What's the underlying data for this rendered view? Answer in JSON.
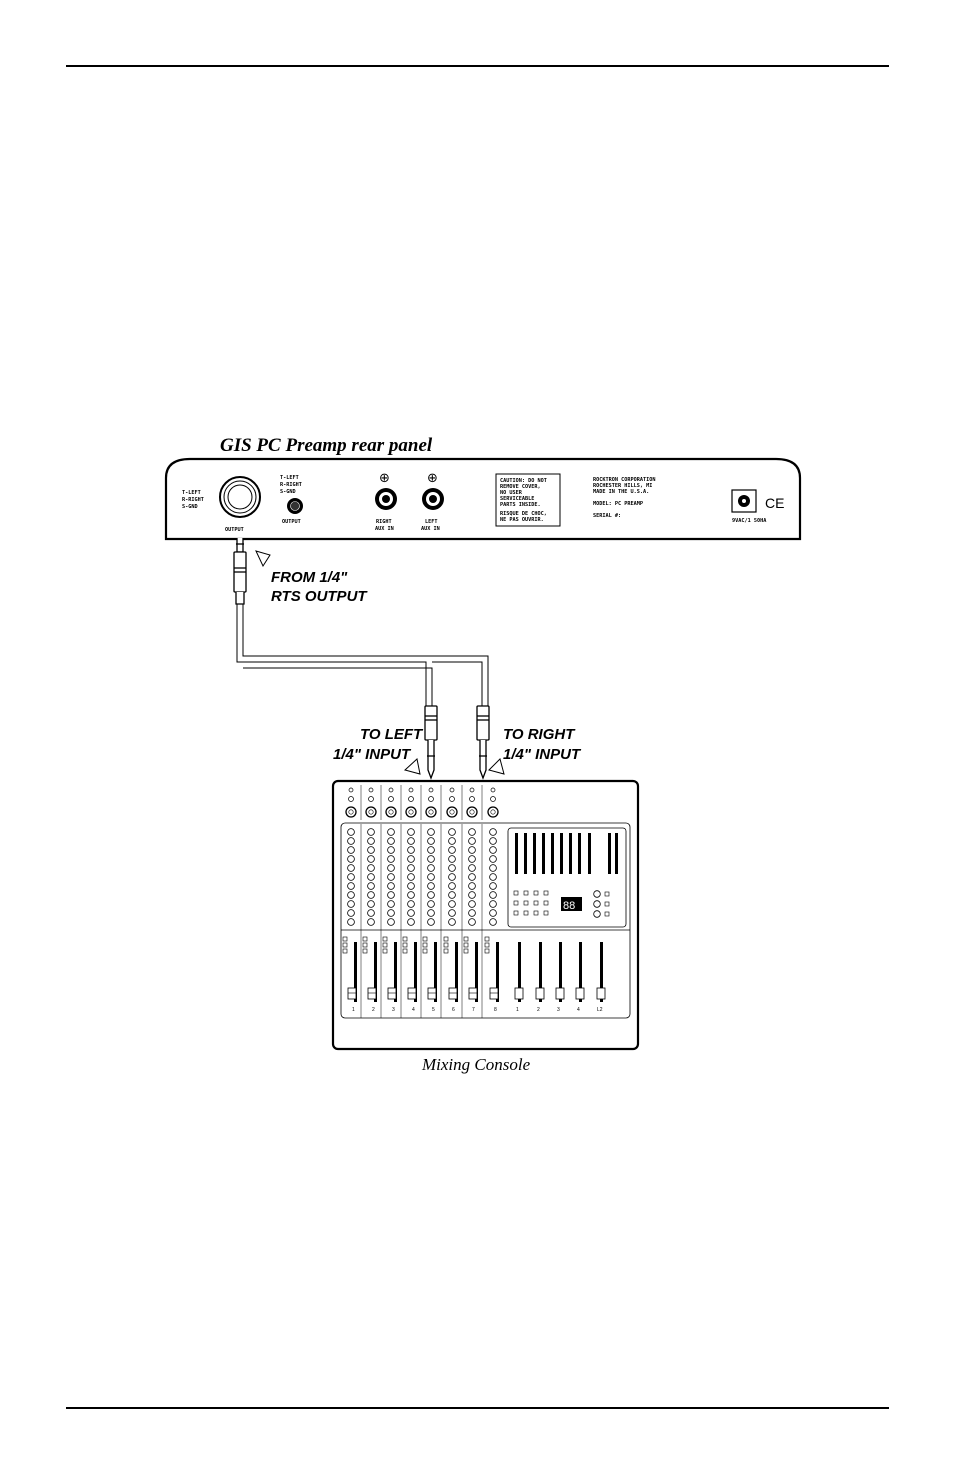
{
  "preamp": {
    "title": "GIS PC Preamp rear panel",
    "jack_legend": [
      "T-LEFT",
      "R-RIGHT",
      "S-GND"
    ],
    "output_label": "OUTPUT",
    "small_jack_legend": [
      "T-LEFT",
      "R-RIGHT",
      "S-GND"
    ],
    "small_output_label": "OUTPUT",
    "aux_plus": "⊕",
    "right_aux": [
      "RIGHT",
      "AUX IN"
    ],
    "left_aux": [
      "LEFT",
      "AUX IN"
    ],
    "caution": [
      "CAUTION: DO NOT",
      "REMOVE COVER,",
      "NO USER",
      "SERVICEABLE",
      "PARTS INSIDE.",
      "RISQUE DE CHOC,",
      "NE PAS OUVRIR."
    ],
    "maker": [
      "ROCKTRON CORPORATION",
      "ROCHESTER HILLS, MI",
      "MADE IN THE U.S.A."
    ],
    "model": "MODEL: PC PREAMP",
    "serial": "SERIAL #:",
    "power_label": "9VAC/1 50HA",
    "ce_mark": "CE"
  },
  "callouts": {
    "from_line1": "FROM 1/4\"",
    "from_line2": "RTS OUTPUT",
    "left_line1": "TO LEFT",
    "left_line2": "1/4\" INPUT",
    "right_line1": "TO RIGHT",
    "right_line2": "1/4\" INPUT"
  },
  "console": {
    "title": "Mixing Console",
    "display": "88",
    "channel_numbers": [
      "1",
      "2",
      "3",
      "4",
      "5",
      "6",
      "7",
      "8"
    ],
    "bus_numbers": [
      "1",
      "2",
      "3",
      "4",
      "L2"
    ]
  }
}
